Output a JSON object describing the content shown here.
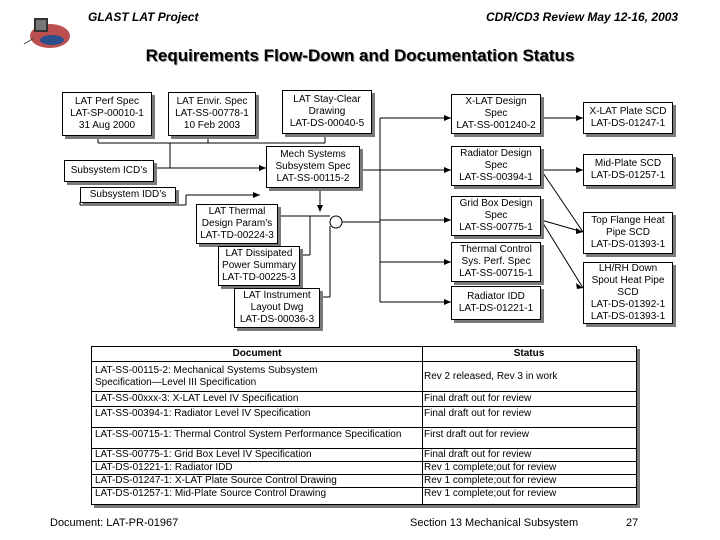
{
  "header": {
    "left": "GLAST LAT Project",
    "right": "CDR/CD3 Review May 12-16, 2003"
  },
  "title": "Requirements Flow-Down and Documentation Status",
  "boxes": {
    "lat_perf": "LAT Perf Spec\nLAT-SP-00010-1\n31 Aug 2000",
    "lat_envir": "LAT Envir. Spec\nLAT-SS-00778-1\n10 Feb 2003",
    "lat_stay": "LAT Stay-Clear\nDrawing\nLAT-DS-00040-5",
    "xlat_design": "X-LAT Design\nSpec\nLAT-SS-001240-2",
    "xlat_plate": "X-LAT Plate SCD\nLAT-DS-01247-1",
    "subsystem_icd": "Subsystem ICD’s",
    "mech_systems": "Mech Systems\nSubsystem Spec\nLAT-SS-00115-2",
    "radiator_design": "Radiator Design\nSpec\nLAT-SS-00394-1",
    "mid_plate": "Mid-Plate SCD\nLAT-DS-01257-1",
    "subsystem_idd": "Subsystem IDD’s",
    "lat_thermal": "LAT Thermal\nDesign Param’s\nLAT-TD-00224-3",
    "grid_box": "Grid Box Design\nSpec\nLAT-SS-00775-1",
    "top_flange": "Top Flange Heat\nPipe SCD\nLAT-DS-01393-1",
    "lat_dissipated": "LAT Dissipated\nPower Summary\nLAT-TD-00225-3",
    "thermal_control": "Thermal Control\nSys. Perf. Spec\nLAT-SS-00715-1",
    "lh_rh": "LH/RH Down\nSpout Heat Pipe\nSCD\nLAT-DS-01392-1\nLAT-DS-01393-1",
    "lat_instrument": "LAT Instrument\nLayout Dwg\nLAT-DS-00036-3",
    "radiator_idd": "Radiator IDD\nLAT-DS-01221-1"
  },
  "table": {
    "col_document": "Document",
    "col_status": "Status",
    "rows": [
      {
        "doc": "LAT-SS-00115-2:  Mechanical Systems Subsystem\nSpecification—Level III Specification",
        "status": "Rev 2 released, Rev 3 in work"
      },
      {
        "doc": "LAT-SS-00xxx-3:  X-LAT Level IV Specification",
        "status": "Final draft out for review"
      },
      {
        "doc": "LAT-SS-00394-1:  Radiator Level IV Specification",
        "status": "Final draft out for review"
      },
      {
        "doc": "LAT-SS-00715-1:  Thermal Control System Performance Specification",
        "status": "First draft out for review"
      },
      {
        "doc": "LAT-SS-00775-1:  Grid Box Level IV Specification",
        "status": "Final draft out for review"
      },
      {
        "doc": "LAT-DS-01221-1:  Radiator IDD",
        "status": "Rev 1 complete;out for review"
      },
      {
        "doc": "LAT-DS-01247-1:  X-LAT Plate Source Control Drawing",
        "status": "Rev 1 complete;out for review"
      },
      {
        "doc": "LAT-DS-01257-1:  Mid-Plate Source Control Drawing",
        "status": "Rev 1 complete;out for review"
      }
    ]
  },
  "footer": {
    "document": "Document:  LAT-PR-01967",
    "section": "Section 13   Mechanical Subsystem",
    "page": "27"
  },
  "colors": {
    "box_border": "#000000",
    "shadow": "#7a7a7a",
    "logo_accent": "#b03030"
  },
  "icons": [
    "glast-logo-icon",
    "junction-circle-icon"
  ]
}
